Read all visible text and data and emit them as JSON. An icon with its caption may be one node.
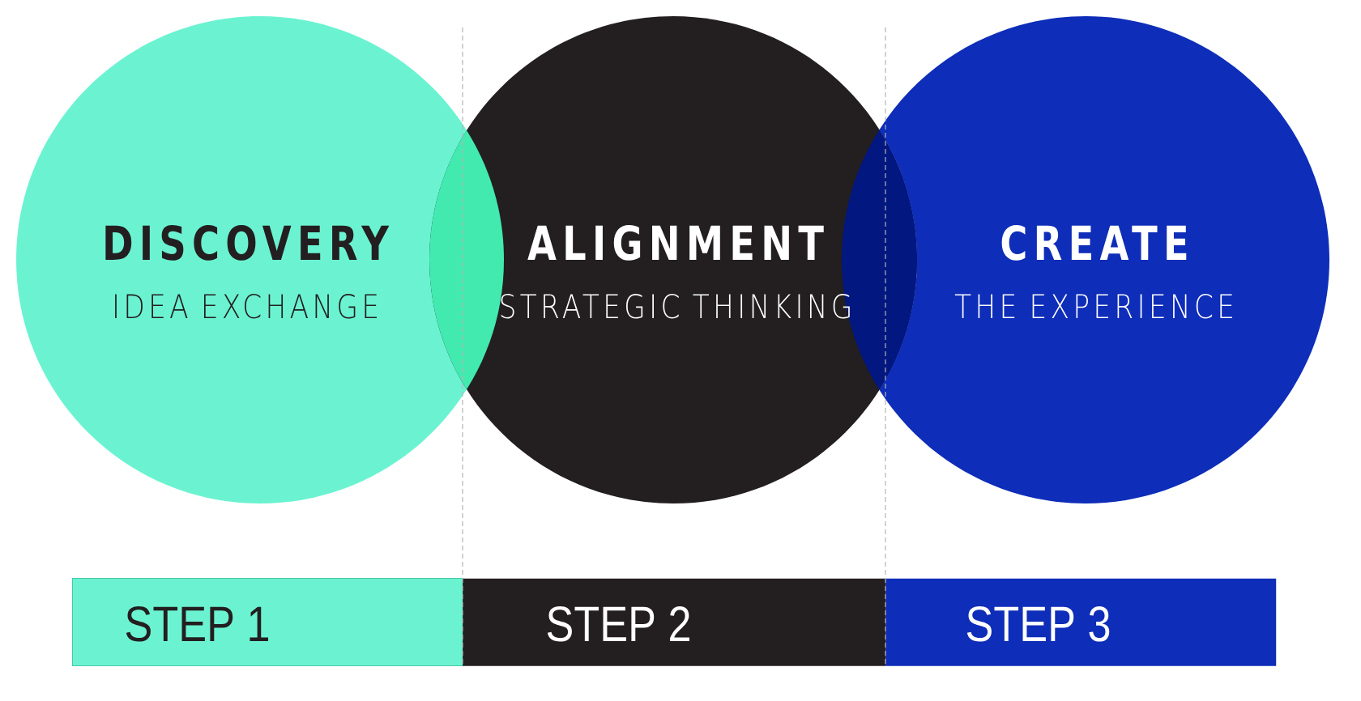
{
  "diagram": {
    "nodes": [
      {
        "text": [
          "DISCOVERY",
          "IDEA EXCHANGE"
        ]
      },
      {
        "text": [
          "ALIGNMENT",
          "STRATEGIC THINKING"
        ]
      },
      {
        "text": [
          "CREATE",
          "THE EXPERIENCE"
        ]
      },
      {
        "text": [
          "STEP 1"
        ]
      },
      {
        "text": [
          "STEP 2"
        ]
      },
      {
        "text": [
          "STEP 3"
        ]
      }
    ]
  }
}
